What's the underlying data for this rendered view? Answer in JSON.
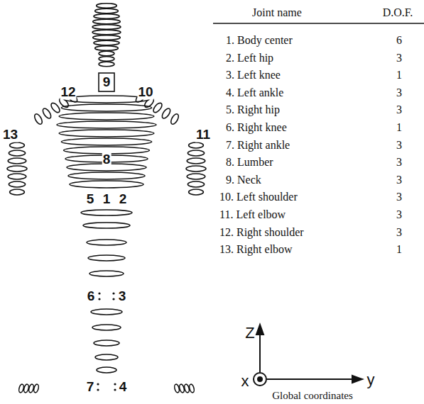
{
  "diagram": {
    "labels": [
      "Joint name",
      "D.O.F.",
      "1. Body center",
      "6",
      "2. Left hip",
      "3",
      "3. Left knee",
      "1",
      "4. Left ankle",
      "3",
      "5. Right hip",
      "3",
      "6. Right knee",
      "1",
      "7. Right ankle",
      "3",
      "8. Lumber",
      "3",
      "9. Neck",
      "3",
      "10. Left shoulder",
      "3",
      "11. Left elbow",
      "3",
      "12. Right shoulder",
      "3",
      "13. Right elbow",
      "1",
      "9",
      "12",
      "10",
      "13",
      "11",
      "8",
      "5",
      "1",
      "2",
      "6",
      "3",
      "7",
      "4",
      "Z",
      "y",
      "x",
      "Global coordinates"
    ]
  }
}
